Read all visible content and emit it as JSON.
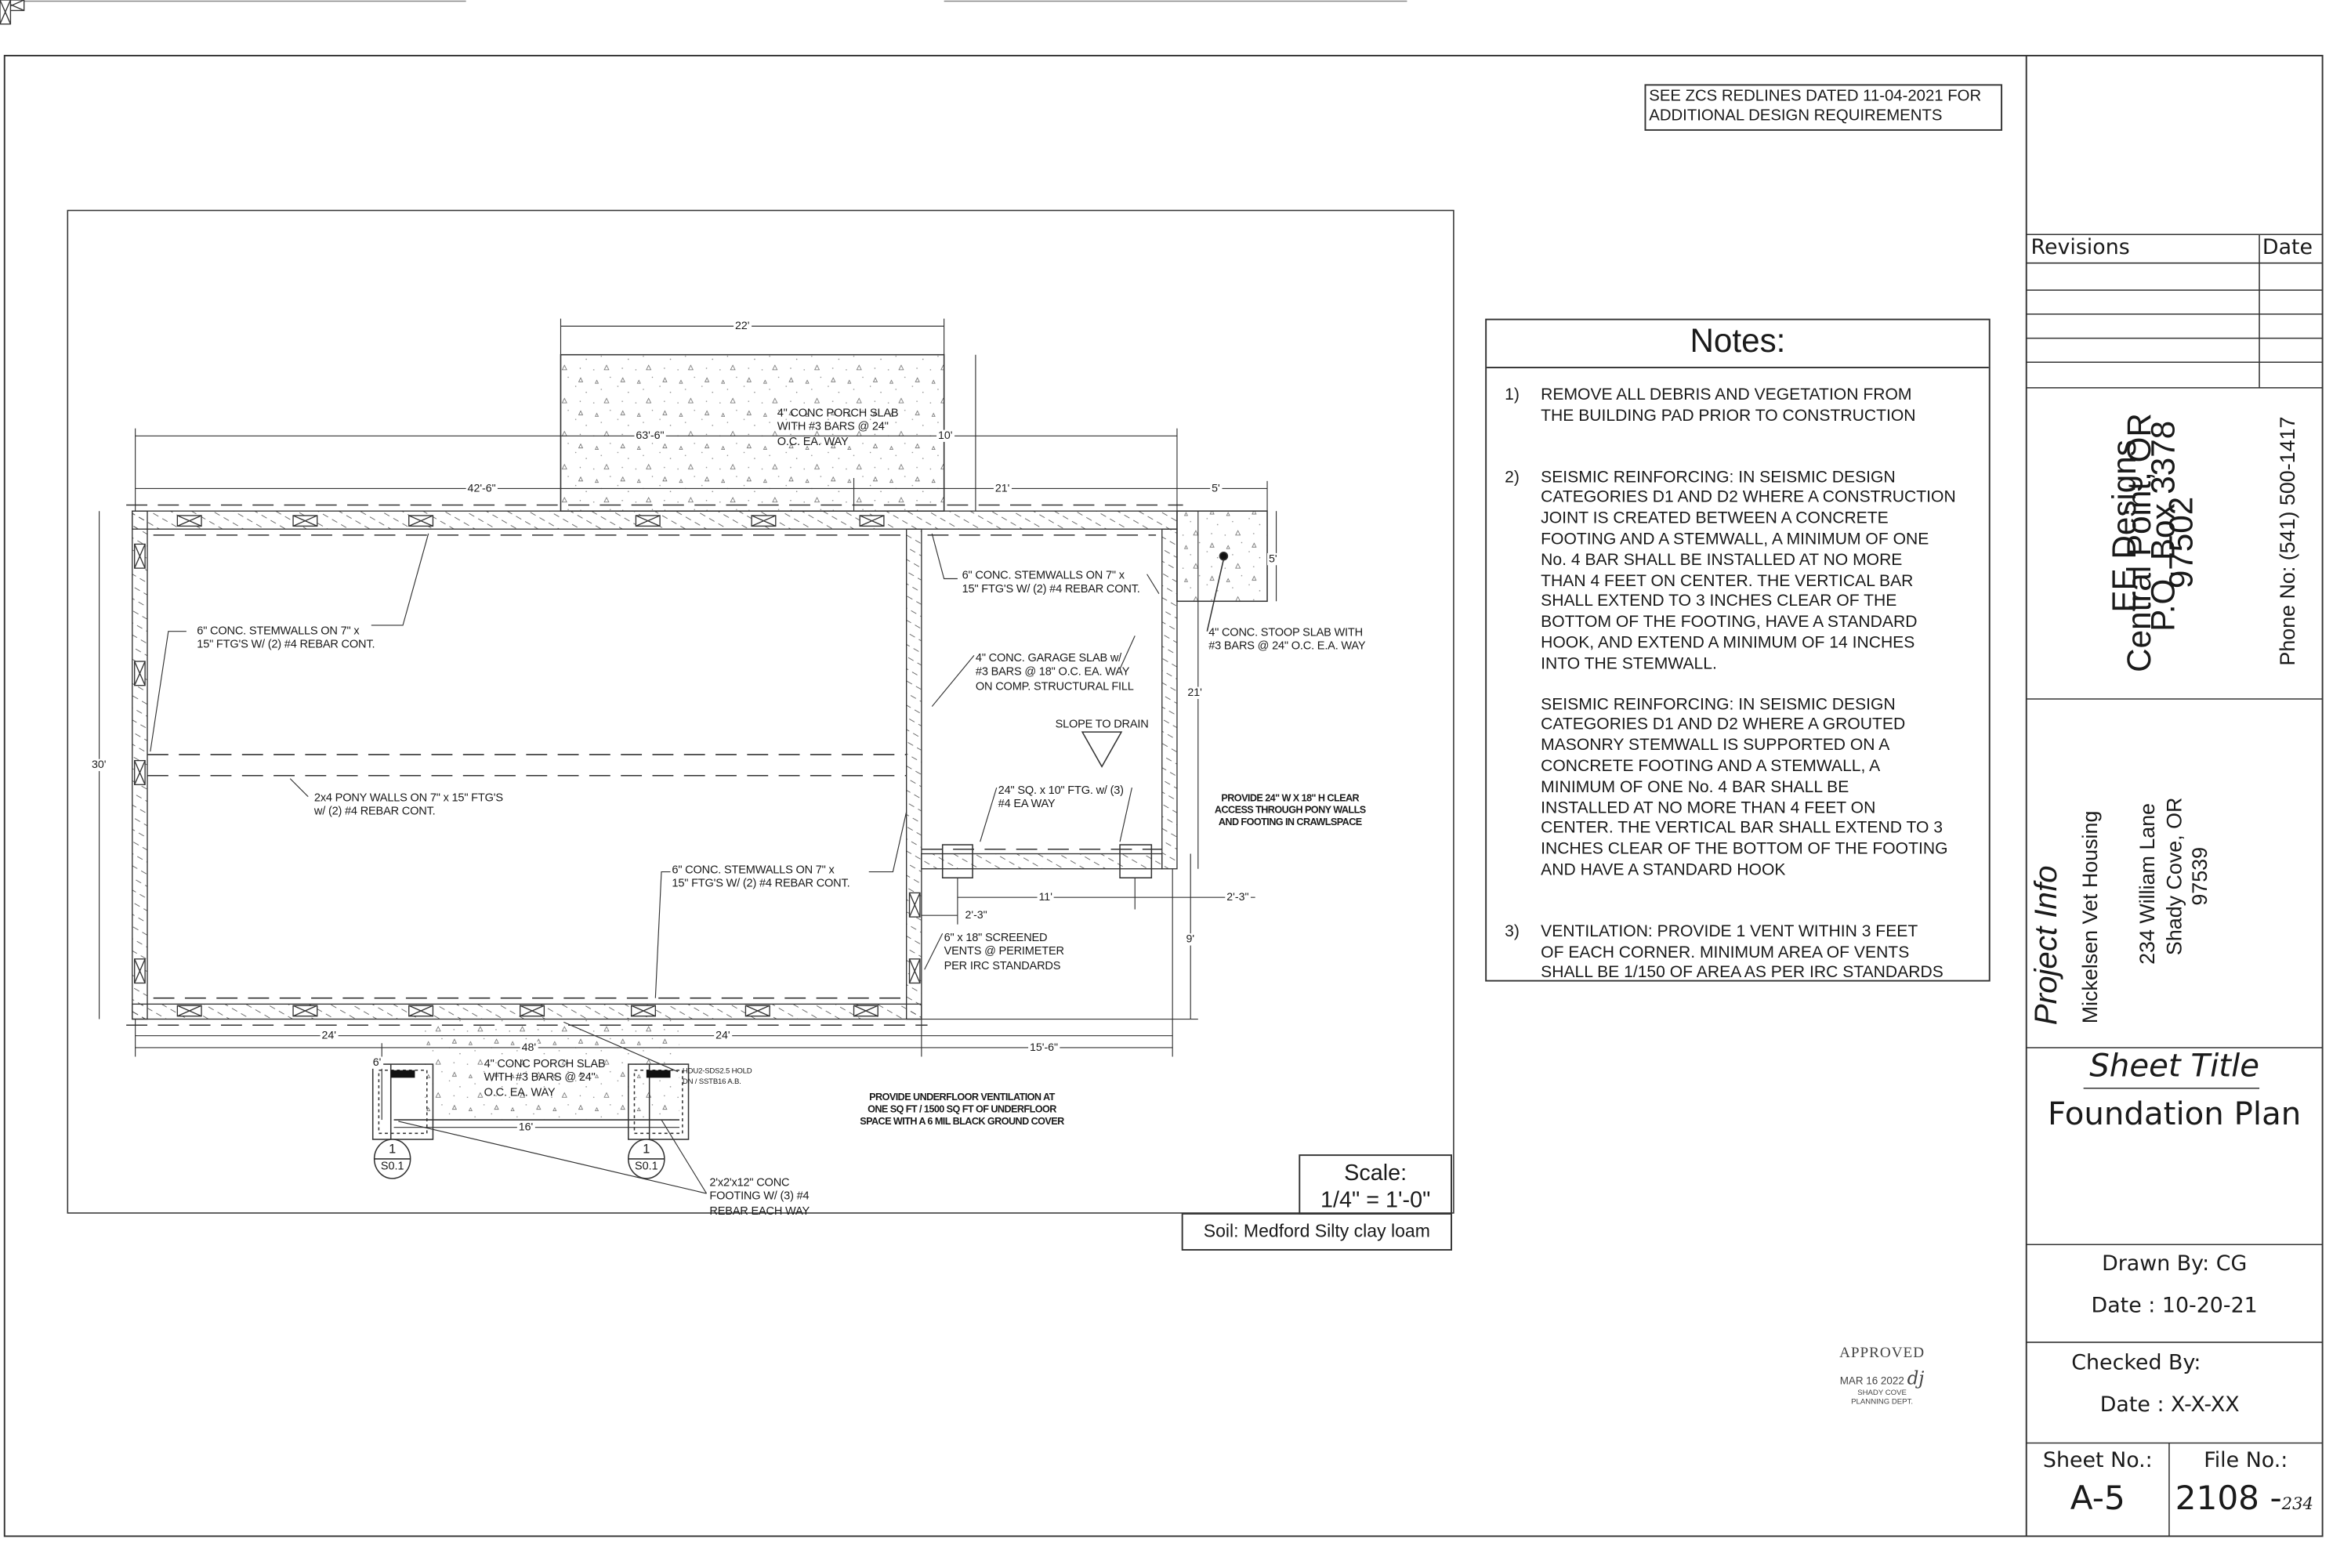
{
  "redline_note": [
    "SEE ZCS REDLINES DATED 11-04-2021 FOR",
    "ADDITIONAL DESIGN REQUIREMENTS"
  ],
  "notes": {
    "title": "Notes:",
    "items": [
      {
        "num": "1)",
        "paragraphs": [
          [
            "REMOVE ALL DEBRIS AND VEGETATION FROM",
            "THE BUILDING PAD PRIOR TO CONSTRUCTION"
          ]
        ]
      },
      {
        "num": "2)",
        "paragraphs": [
          [
            "SEISMIC REINFORCING: IN SEISMIC DESIGN",
            "CATEGORIES D1 AND D2 WHERE A CONSTRUCTION",
            "JOINT IS CREATED BETWEEN A CONCRETE",
            "FOOTING  AND A STEMWALL, A MINIMUM OF ONE",
            "No. 4 BAR SHALL BE INSTALLED AT NO MORE",
            "THAN 4 FEET ON CENTER. THE VERTICAL BAR",
            "SHALL EXTEND TO 3 INCHES CLEAR OF THE",
            "BOTTOM OF THE FOOTING, HAVE A STANDARD",
            "HOOK, AND EXTEND A MINIMUM OF 14 INCHES",
            "INTO THE STEMWALL."
          ],
          [
            "SEISMIC REINFORCING: IN SEISMIC DESIGN",
            "CATEGORIES D1 AND D2 WHERE A GROUTED",
            "MASONRY STEMWALL IS SUPPORTED ON A",
            "CONCRETE FOOTING  AND A STEMWALL, A",
            "MINIMUM OF ONE No. 4 BAR SHALL BE",
            "INSTALLED AT NO MORE THAN 4 FEET ON",
            "CENTER. THE VERTICAL BAR SHALL EXTEND TO 3",
            "INCHES CLEAR OF THE BOTTOM OF THE FOOTING",
            "AND HAVE A STANDARD HOOK"
          ]
        ]
      },
      {
        "num": "3)",
        "paragraphs": [
          [
            "VENTILATION: PROVIDE 1 VENT WITHIN 3 FEET",
            "OF EACH CORNER. MINIMUM AREA OF VENTS",
            "SHALL BE 1/150 OF AREA AS PER IRC STANDARDS"
          ]
        ]
      }
    ]
  },
  "plan": {
    "annotations": {
      "porch_top": [
        "4\" CONC PORCH SLAB",
        "WITH #3 BARS @ 24\"",
        "O.C. EA. WAY"
      ],
      "stemwall_left": [
        "6\" CONC. STEMWALLS ON 7\" x",
        "15\" FTG'S W/ (2) #4 REBAR CONT."
      ],
      "stemwall_garage": [
        "6\" CONC. STEMWALLS ON 7\" x",
        "15\" FTG'S W/ (2) #4 REBAR CONT."
      ],
      "stoop": [
        "4\" CONC. STOOP SLAB WITH",
        "#3 BARS @ 24\" O.C. E.A. WAY"
      ],
      "garage_slab": [
        "4\" CONC. GARAGE SLAB w/",
        "#3 BARS @ 18\" O.C. EA. WAY",
        "ON COMP. STRUCTURAL FILL"
      ],
      "slope": "SLOPE TO DRAIN",
      "pony_walls": [
        "2x4 PONY WALLS ON 7\" x 15\" FTG'S",
        "w/ (2) #4 REBAR CONT."
      ],
      "pier_ftg": [
        "24\" SQ. x 10\" FTG. w/ (3)",
        "#4 EA WAY"
      ],
      "access": [
        "PROVIDE 24\" W X 18\" H CLEAR",
        "ACCESS THROUGH PONY WALLS",
        "AND FOOTING IN CRAWLSPACE"
      ],
      "stemwall_center": [
        "6\" CONC. STEMWALLS ON 7\" x",
        "15\" FTG'S W/ (2) #4 REBAR CONT."
      ],
      "vents": [
        "6\" x 18\" SCREENED",
        "VENTS @ PERIMETER",
        "PER IRC STANDARDS"
      ],
      "porch_bottom": [
        "4\" CONC PORCH SLAB",
        "WITH #3 BARS @ 24\"",
        "O.C. EA. WAY"
      ],
      "holddown": [
        "HDU2-SDS2.5 HOLD",
        "DN / SSTB16 A.B."
      ],
      "underfloor": [
        "PROVIDE UNDERFLOOR VENTILATION AT",
        "ONE SQ FT / 1500 SQ FT OF UNDERFLOOR",
        "SPACE WITH A 6 MIL BLACK GROUND COVER"
      ],
      "post_footing": [
        "2'x2'x12\" CONC",
        "FOOTING W/ (3) #4",
        "REBAR EACH WAY"
      ]
    },
    "dimensions": {
      "porch_width": "22'",
      "overall": "63'-6\"",
      "porch_depth": "10'",
      "house_left": "42'-6\"",
      "garage_width": "21'",
      "stoop_width": "5'",
      "stoop_depth": "5'",
      "garage_depth": "21'",
      "house_depth": "30'",
      "bottom_left": "24'",
      "bottom_total": "48'",
      "bottom_right": "24'",
      "porch_b_depth": "6'",
      "porch_b_width": "16'",
      "pier_span": "11'",
      "pier_offset_r": "2'-3\"",
      "pier_offset_l": "2'-3\"",
      "lower_depth": "9'",
      "lower_width": "15'-6\""
    },
    "detail_markers": [
      {
        "num": "1",
        "sheet": "S0.1"
      },
      {
        "num": "1",
        "sheet": "S0.1"
      }
    ]
  },
  "scale": {
    "label": "Scale:",
    "value": "1/4\" = 1'-0\""
  },
  "soil": "Soil: Medford Silty clay loam",
  "stamp": {
    "title": "APPROVED",
    "date": "MAR 16 2022",
    "initials": "dj",
    "dept": [
      "SHADY COVE",
      "PLANNING DEPT."
    ]
  },
  "title_block": {
    "revisions_header": "Revisions",
    "date_header": "Date",
    "designer": [
      "EE Designs",
      "P.O. Box 3378",
      "Central Point, OR",
      "97502"
    ],
    "phone": "Phone No: (541) 500-1417",
    "project_info_label": "Project Info",
    "project_name": "Mickelsen Vet Housing",
    "project_address": [
      "234 William Lane",
      "Shady Cove, OR",
      "97539"
    ],
    "sheet_title_label": "Sheet Title",
    "sheet_title": "Foundation Plan",
    "drawn_by": "Drawn By: CG",
    "drawn_date": "Date : 10-20-21",
    "checked_by": "Checked By:",
    "checked_date": "Date : X-X-XX",
    "sheet_no_label": "Sheet No.:",
    "sheet_no": "A-5",
    "file_no_label": "File No.:",
    "file_no": "2108 -",
    "file_no_handwritten": "234"
  }
}
